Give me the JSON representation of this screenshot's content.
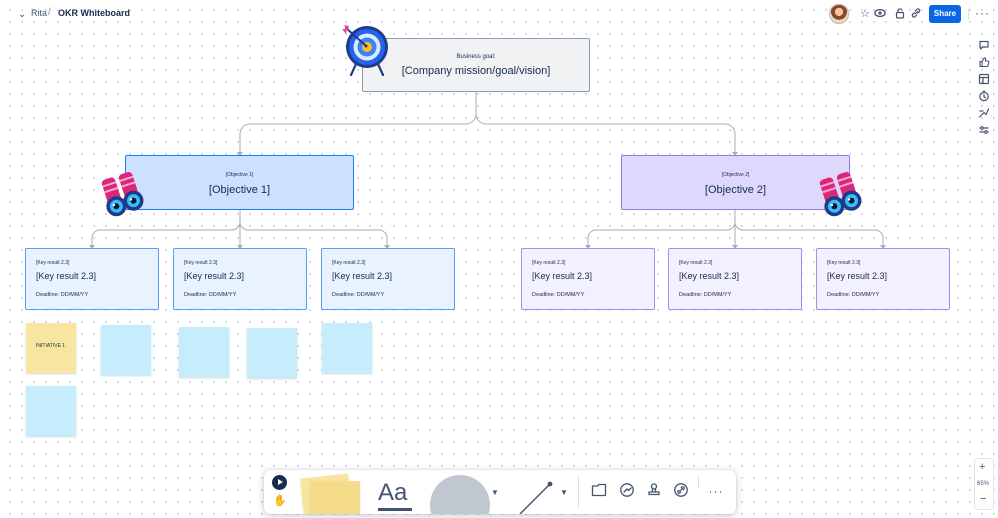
{
  "header": {
    "breadcrumb_user": "Rita",
    "separator": "/",
    "title": "OKR Whiteboard",
    "share_label": "Share"
  },
  "diagram": {
    "goal": {
      "small": "Business goal:",
      "big": "[Company mission/goal/vision]"
    },
    "objectives": [
      {
        "small": "[Objective 1]",
        "big": "[Objective 1]"
      },
      {
        "small": "[Objective 2]",
        "big": "[Objective 2]"
      }
    ],
    "key_results": [
      {
        "small": "[Key result 2.3]",
        "big": "[Key result 2.3]",
        "deadline": "Deadline: DD/MM/YY"
      },
      {
        "small": "[Key result 2.3]",
        "big": "[Key result 2.3]",
        "deadline": "Deadline: DD/MM/YY"
      },
      {
        "small": "[Key result 2.3]",
        "big": "[Key result 2.3]",
        "deadline": "Deadline: DD/MM/YY"
      },
      {
        "small": "[Key result 2.3]",
        "big": "[Key result 2.3]",
        "deadline": "Deadline: DD/MM/YY"
      },
      {
        "small": "[Key result 2.3]",
        "big": "[Key result 2.3]",
        "deadline": "Deadline: DD/MM/YY"
      },
      {
        "small": "[Key result 2.3]",
        "big": "[Key result 2.3]",
        "deadline": "Deadline: DD/MM/YY"
      }
    ],
    "initiative_label": "INITIATIVE 1"
  },
  "zoom": {
    "value": "65%",
    "in": "+",
    "out": "−"
  },
  "toolbar": {
    "text_tool_label": "Aa"
  },
  "colors": {
    "accent": "#0c66e4",
    "objective_blue": "#cce0ff",
    "objective_purple": "#dfd8fd",
    "sticky_yellow": "#f8e6a0",
    "sticky_blue": "#c6edfb"
  }
}
